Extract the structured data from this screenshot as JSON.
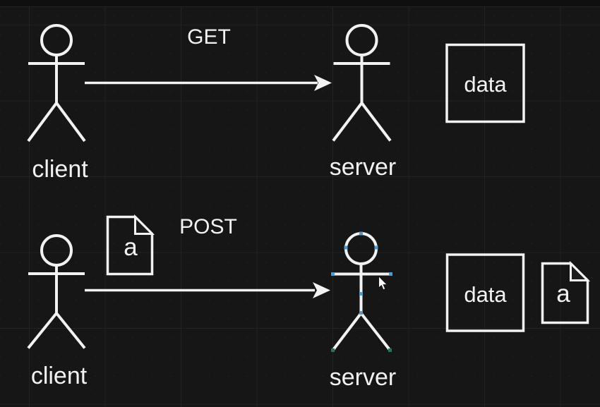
{
  "canvas": {
    "background_color": "#161616",
    "grid_line_color": "#242224",
    "stroke_color": "#f2f2f2"
  },
  "flows": [
    {
      "method": "GET",
      "client_label": "client",
      "server_label": "server",
      "data_box_label": "data"
    },
    {
      "method": "POST",
      "client_label": "client",
      "server_label": "server",
      "payload_document_label": "a",
      "data_box_label": "data",
      "stored_document_label": "a"
    }
  ],
  "selection": {
    "selected_shape": "post-server-figure",
    "vertex_handle_color": "#4e9bd4",
    "endpoint_handle_color": "#2e7060"
  },
  "cursor": {
    "type": "arrow-pointer"
  }
}
